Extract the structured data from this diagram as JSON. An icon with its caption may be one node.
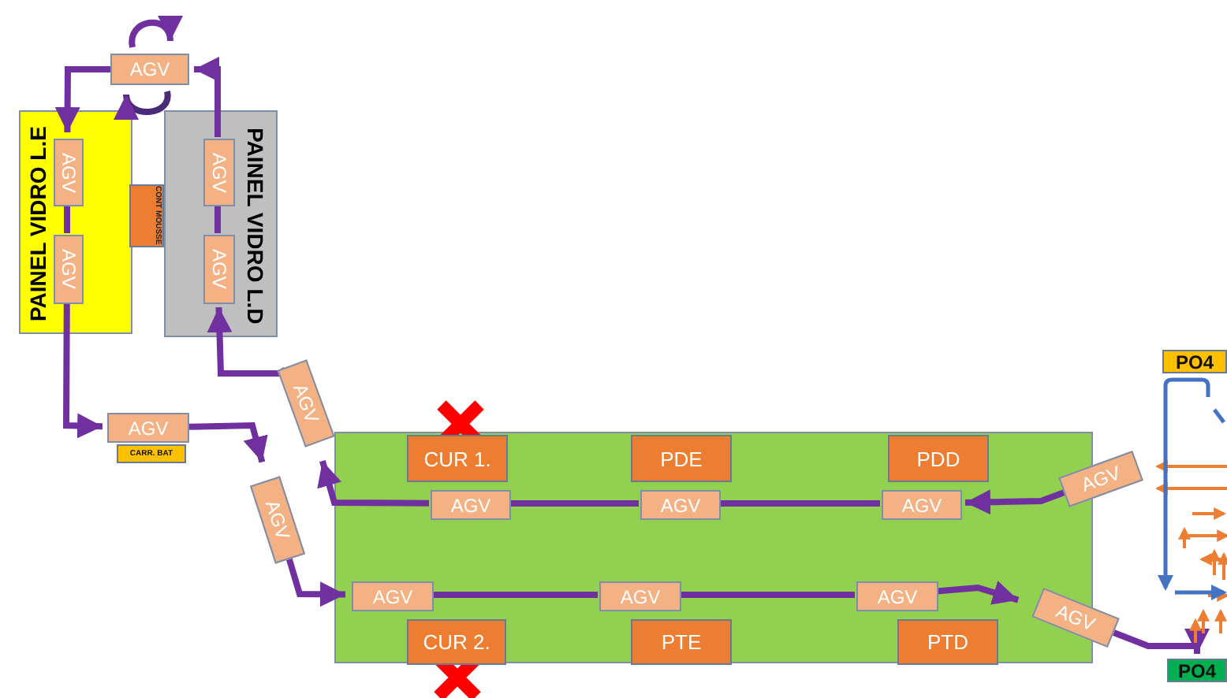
{
  "diagram": {
    "nodes": [
      {
        "text": [
          "PAINEL VIDRO L.E"
        ]
      },
      {
        "text": [
          "AGV"
        ],
        "in": 0
      },
      {
        "text": [
          "AGV"
        ],
        "in": 0
      },
      {
        "text": [
          "PAINEL VIDRO L.D"
        ]
      },
      {
        "text": [
          "AGV"
        ],
        "in": 3
      },
      {
        "text": [
          "AGV"
        ],
        "in": 3
      },
      {
        "text": [
          "CONT MOUSSE"
        ]
      },
      {
        "text": [
          "AGV"
        ]
      },
      {
        "text": [
          "AGV"
        ]
      },
      {
        "text": [
          "CARR. BAT"
        ]
      },
      {
        "text": [
          "AGV"
        ]
      },
      {
        "text": [
          "AGV"
        ]
      },
      {
        "text": [],
        "shape": "box"
      },
      {
        "text": [
          "CUR 1."
        ],
        "in": 12
      },
      {
        "text": [
          "PDE"
        ],
        "in": 12
      },
      {
        "text": [
          "PDD"
        ],
        "in": 12
      },
      {
        "text": [
          "AGV"
        ],
        "in": 12
      },
      {
        "text": [
          "AGV"
        ],
        "in": 12
      },
      {
        "text": [
          "AGV"
        ],
        "in": 12
      },
      {
        "text": [
          "AGV"
        ],
        "in": 12
      },
      {
        "text": [
          "AGV"
        ],
        "in": 12
      },
      {
        "text": [
          "AGV"
        ],
        "in": 12
      },
      {
        "text": [
          "CUR 2."
        ],
        "in": 12
      },
      {
        "text": [
          "PTE"
        ],
        "in": 12
      },
      {
        "text": [
          "PTD"
        ],
        "in": 12
      },
      {
        "text": [
          "AGV"
        ]
      },
      {
        "text": [
          "AGV"
        ]
      },
      {
        "text": [
          "PO4"
        ]
      },
      {
        "text": [
          "PO4"
        ]
      }
    ],
    "edges": [
      {
        "from": 7,
        "to": 1,
        "arrow": "to"
      },
      {
        "from": 1,
        "to": 2,
        "arrow": "none"
      },
      {
        "from": 2,
        "to": 8,
        "arrow": "to"
      },
      {
        "from": 8,
        "to": 11,
        "arrow": "to"
      },
      {
        "from": 11,
        "to": 19,
        "arrow": "to"
      },
      {
        "from": 19,
        "to": 20,
        "arrow": "none"
      },
      {
        "from": 20,
        "to": 21,
        "arrow": "none"
      },
      {
        "from": 21,
        "to": 26,
        "arrow": "to"
      },
      {
        "from": 26,
        "to": 28,
        "arrow": "to"
      },
      {
        "from": 25,
        "to": 18,
        "arrow": "to"
      },
      {
        "from": 18,
        "to": 17,
        "arrow": "none"
      },
      {
        "from": 17,
        "to": 16,
        "arrow": "none"
      },
      {
        "from": 16,
        "to": 10,
        "arrow": "to"
      },
      {
        "from": 10,
        "to": 5,
        "arrow": "to"
      },
      {
        "from": 5,
        "to": 4,
        "arrow": "none"
      },
      {
        "from": 4,
        "to": 7,
        "arrow": "to"
      }
    ]
  }
}
